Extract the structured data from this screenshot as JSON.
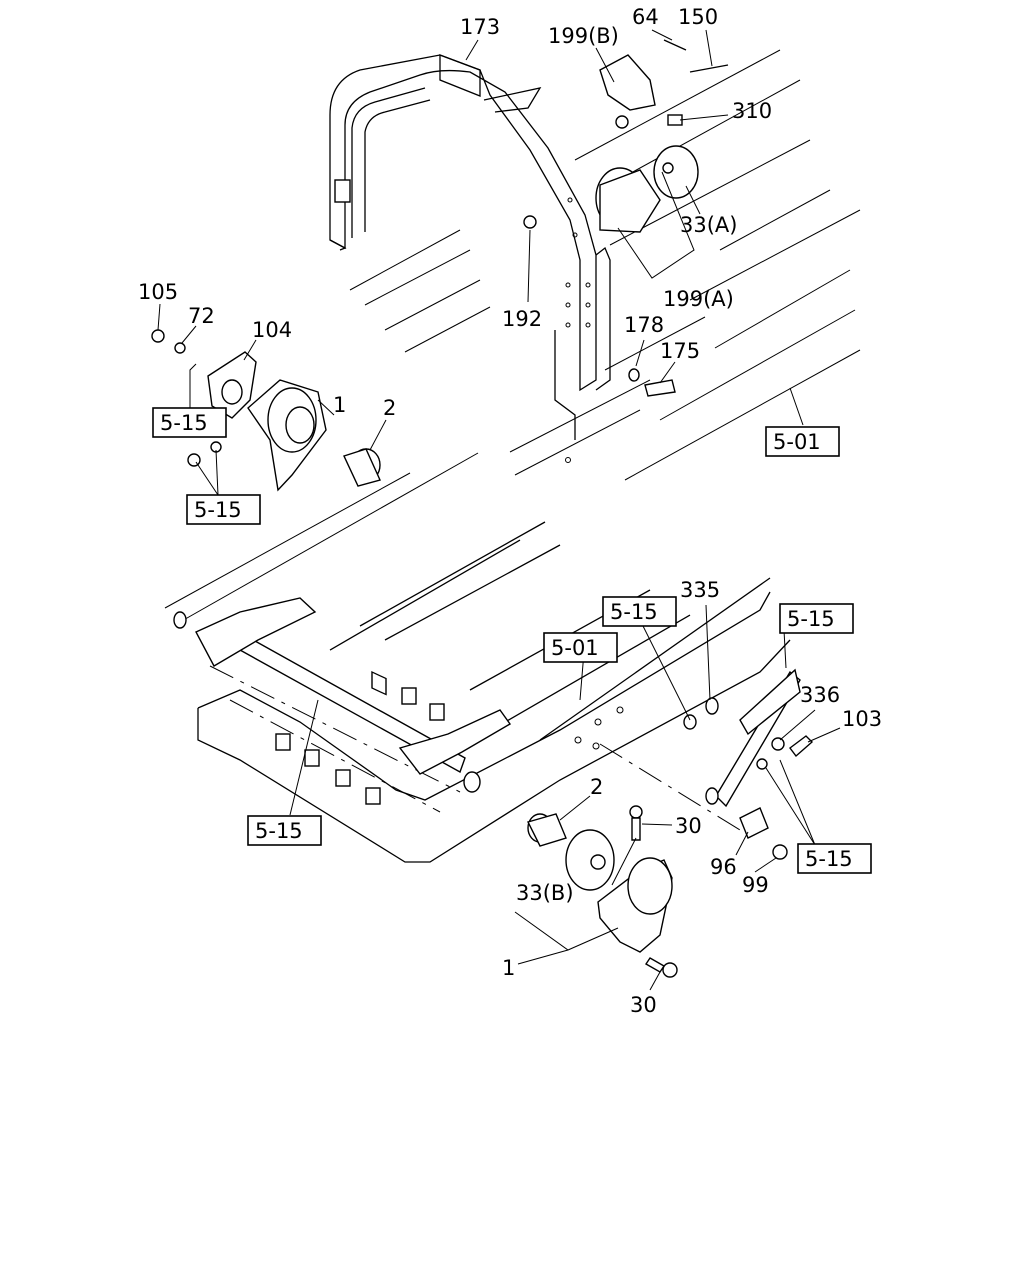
{
  "callouts": {
    "c173": "173",
    "c199b": "199(B)",
    "c64": "64",
    "c150": "150",
    "c310": "310",
    "c33a": "33(A)",
    "c199a": "199(A)",
    "c192": "192",
    "c178": "178",
    "c175": "175",
    "c105": "105",
    "c72": "72",
    "c104": "104",
    "c1_top": "1",
    "c2_top": "2",
    "c335": "335",
    "c336": "336",
    "c103": "103",
    "c2_bot": "2",
    "c30_top": "30",
    "c33b": "33(B)",
    "c96": "96",
    "c99": "99",
    "c1_bot": "1",
    "c30_bot": "30"
  },
  "references": {
    "r515_a": "5-15",
    "r515_b": "5-15",
    "r501_a": "5-01",
    "r515_c": "5-15",
    "r515_d": "5-15",
    "r501_b": "5-01",
    "r515_e": "5-15",
    "r515_f": "5-15"
  }
}
